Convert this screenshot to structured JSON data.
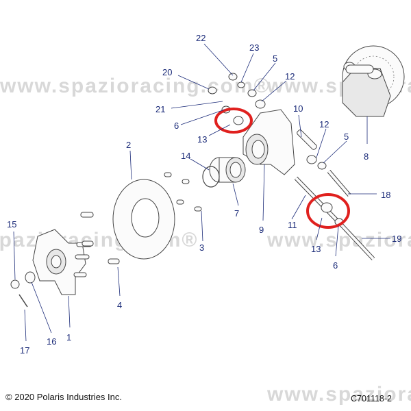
{
  "watermark": {
    "text": "www.spazioracing.com®",
    "text_partial": "spazioracing.com®",
    "color": "#d8d8d8"
  },
  "callouts": {
    "c1": "1",
    "c2": "2",
    "c3": "3",
    "c4": "4",
    "c5a": "5",
    "c5b": "5",
    "c6a": "6",
    "c6b": "6",
    "c7": "7",
    "c8": "8",
    "c9": "9",
    "c10": "10",
    "c11": "11",
    "c12a": "12",
    "c12b": "12",
    "c13a": "13",
    "c13b": "13",
    "c14": "14",
    "c15": "15",
    "c16": "16",
    "c17": "17",
    "c18": "18",
    "c19": "19",
    "c20": "20",
    "c21": "21",
    "c22": "22",
    "c23": "23"
  },
  "colors": {
    "callout": "#1a2a78",
    "highlight": "#e0201e"
  },
  "footer": {
    "copyright": "© 2020 Polaris Industries Inc.",
    "figure_id": "C701118-2"
  }
}
